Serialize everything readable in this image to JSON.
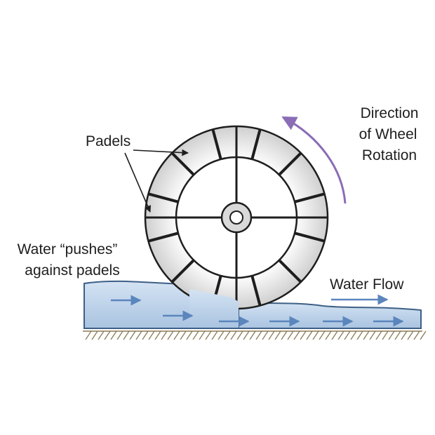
{
  "labels": {
    "padels": "Padels",
    "direction": [
      "Direction",
      "of Wheel",
      "Rotation"
    ],
    "pushes": [
      "Water “pushes”",
      "against padels"
    ],
    "water_flow": "Water Flow"
  },
  "colors": {
    "water_fill": "#bcd3ea",
    "water_edge": "#3e5f86",
    "flow_arrow": "#5b85bd",
    "rotation_arrow": "#8a6db5",
    "wheel_stroke": "#1e1e1e",
    "ground_hatch": "#8a7a55"
  },
  "wheel": {
    "paddle_count": 12
  }
}
